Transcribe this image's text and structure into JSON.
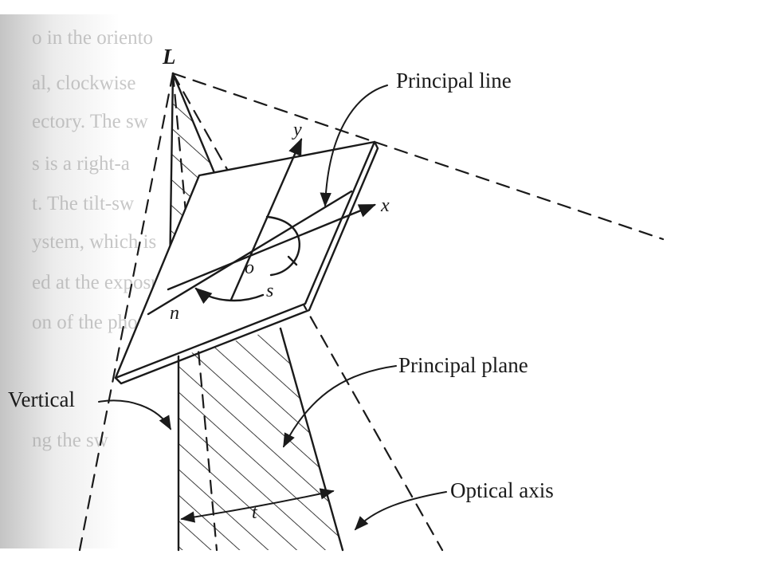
{
  "labels": {
    "perspective_center": "L",
    "axis_y": "y",
    "axis_x": "x",
    "principal_point": "o",
    "swing": "s",
    "nadir": "n",
    "tilt": "t"
  },
  "callouts": {
    "principal_line": "Principal line",
    "principal_plane": "Principal plane",
    "vertical": "Vertical",
    "optical_axis": "Optical axis"
  },
  "background_text": [
    "o in the oriento",
    "al, clockwise",
    "ectory. The sw",
    "s is a right-a",
    "t. The tilt-sw",
    "ystem, which is",
    "ed at the exposu",
    "on of the phot",
    "ng the sw"
  ],
  "colors": {
    "ink": "#1a1a1a",
    "paper": "#ffffff",
    "page_shadow": "#cfcfcf",
    "ghost_text": "#9a9a9a"
  }
}
